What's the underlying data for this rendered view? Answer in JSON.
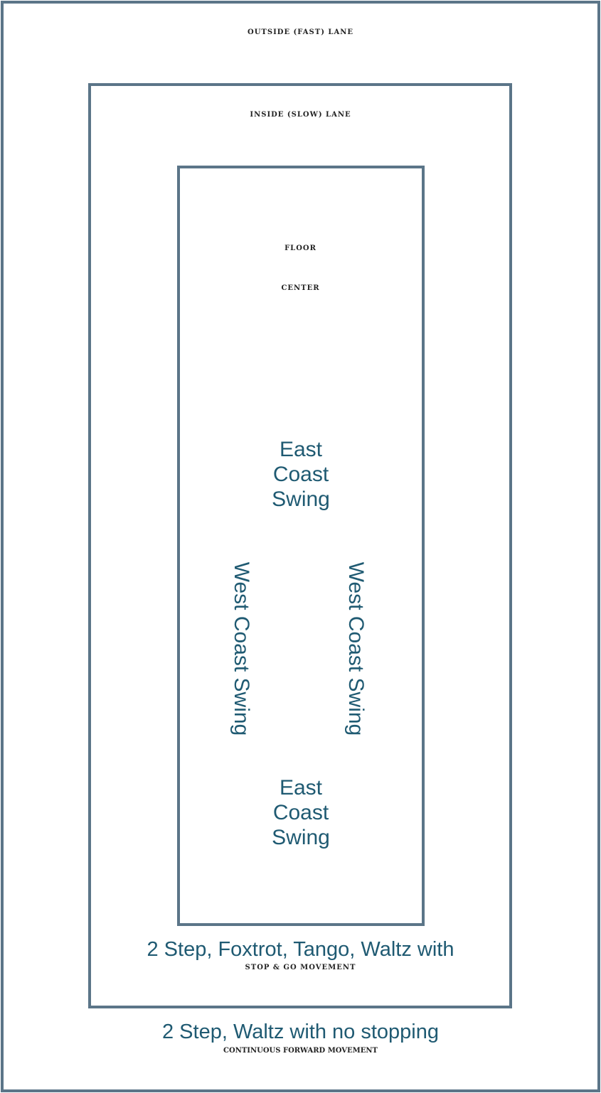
{
  "lanes": {
    "outside": {
      "title": "OUTSIDE (FAST) LANE",
      "description": "2 Step, Waltz with no stopping",
      "movement": "CONTINUOUS FORWARD MOVEMENT"
    },
    "inside": {
      "title": "INSIDE (SLOW) LANE",
      "description": "2 Step, Foxtrot, Tango, Waltz with",
      "movement": "STOP & GO MOVEMENT"
    },
    "center": {
      "title_line1": "FLOOR",
      "title_line2": "CENTER",
      "east_coast_top": [
        "East",
        "Coast",
        "Swing"
      ],
      "east_coast_bottom": [
        "East",
        "Coast",
        "Swing"
      ],
      "west_coast_left": "West Coast Swing",
      "west_coast_right": "West Coast Swing"
    }
  },
  "colors": {
    "border": "#5b7588",
    "title_text": "#222222",
    "dance_text": "#1f5a72"
  }
}
